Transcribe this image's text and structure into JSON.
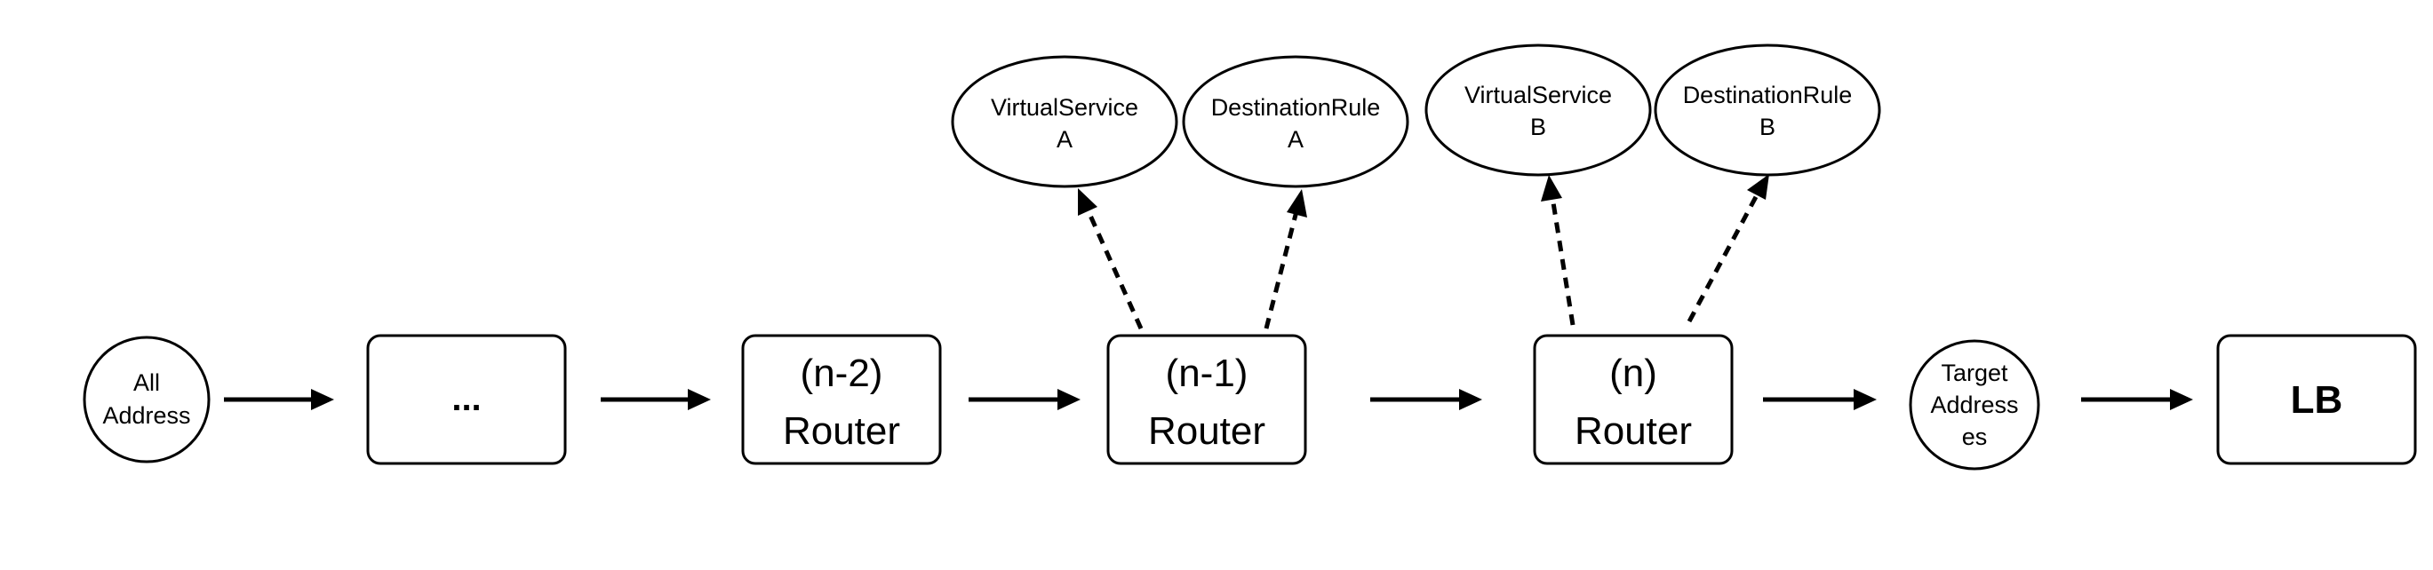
{
  "nodes": {
    "all_address": {
      "line1": "All",
      "line2": "Address"
    },
    "ellipsis": {
      "label": "..."
    },
    "router_n2": {
      "line1": "(n-2)",
      "line2": "Router"
    },
    "router_n1": {
      "line1": "(n-1)",
      "line2": "Router"
    },
    "router_n": {
      "line1": "(n)",
      "line2": "Router"
    },
    "target_addresses": {
      "line1": "Target",
      "line2": "Address",
      "line3": "es"
    },
    "lb": {
      "label": "LB"
    },
    "virtualservice_a": {
      "line1": "VirtualService",
      "line2": "A"
    },
    "destinationrule_a": {
      "line1": "DestinationRule",
      "line2": "A"
    },
    "virtualservice_b": {
      "line1": "VirtualService",
      "line2": "B"
    },
    "destinationrule_b": {
      "line1": "DestinationRule",
      "line2": "B"
    }
  },
  "edges": [
    {
      "from": "all_address",
      "to": "ellipsis",
      "style": "solid"
    },
    {
      "from": "ellipsis",
      "to": "router_n2",
      "style": "solid"
    },
    {
      "from": "router_n2",
      "to": "router_n1",
      "style": "solid"
    },
    {
      "from": "router_n1",
      "to": "router_n",
      "style": "solid"
    },
    {
      "from": "router_n",
      "to": "target_addresses",
      "style": "solid"
    },
    {
      "from": "target_addresses",
      "to": "lb",
      "style": "solid"
    },
    {
      "from": "router_n1",
      "to": "virtualservice_a",
      "style": "dashed"
    },
    {
      "from": "router_n1",
      "to": "destinationrule_a",
      "style": "dashed"
    },
    {
      "from": "router_n",
      "to": "virtualservice_b",
      "style": "dashed"
    },
    {
      "from": "router_n",
      "to": "destinationrule_b",
      "style": "dashed"
    }
  ]
}
